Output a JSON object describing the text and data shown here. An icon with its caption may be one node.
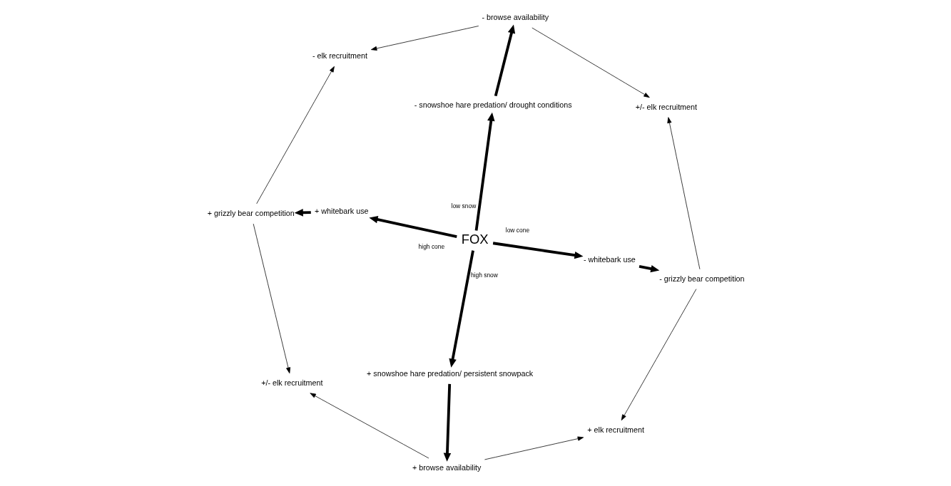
{
  "diagram": {
    "nodes": [
      {
        "text": [
          "+ grizzly bear competition"
        ]
      },
      {
        "text": [
          "- elk recruitment"
        ]
      },
      {
        "text": [
          "+/- elk recruitment"
        ]
      },
      {
        "text": [
          "+ whitebark use"
        ]
      },
      {
        "text": [
          "- browse availability"
        ]
      },
      {
        "text": [
          "- snowshoe hare predation/ drought conditions"
        ]
      },
      {
        "text": [
          "FOX"
        ]
      },
      {
        "text": [
          "+ snowshoe hare predation/ persistent snowpack"
        ]
      },
      {
        "text": [
          "+ browse availability"
        ]
      },
      {
        "text": [
          "- whitebark use"
        ]
      },
      {
        "text": [
          "+/- elk recruitment"
        ]
      },
      {
        "text": [
          "+ elk recruitment"
        ]
      },
      {
        "text": [
          "- grizzly bear competition"
        ]
      }
    ],
    "edges": [
      {
        "from": 6,
        "to": 3,
        "arrow": "to",
        "label": "high cone",
        "style": "thick"
      },
      {
        "from": 3,
        "to": 0,
        "arrow": "to",
        "style": "thick"
      },
      {
        "from": 6,
        "to": 5,
        "arrow": "to",
        "label": "low snow",
        "style": "thick"
      },
      {
        "from": 5,
        "to": 4,
        "arrow": "to",
        "style": "thick"
      },
      {
        "from": 6,
        "to": 7,
        "arrow": "to",
        "label": "high snow",
        "style": "thick"
      },
      {
        "from": 7,
        "to": 8,
        "arrow": "to",
        "style": "thick"
      },
      {
        "from": 6,
        "to": 9,
        "arrow": "to",
        "label": "low cone",
        "style": "thick"
      },
      {
        "from": 9,
        "to": 12,
        "arrow": "to",
        "style": "thick"
      },
      {
        "from": 0,
        "to": 1,
        "arrow": "to"
      },
      {
        "from": 0,
        "to": 2,
        "arrow": "to"
      },
      {
        "from": 4,
        "to": 1,
        "arrow": "to"
      },
      {
        "from": 4,
        "to": 10,
        "arrow": "to"
      },
      {
        "from": 8,
        "to": 2,
        "arrow": "to"
      },
      {
        "from": 8,
        "to": 11,
        "arrow": "to"
      },
      {
        "from": 12,
        "to": 10,
        "arrow": "to"
      },
      {
        "from": 12,
        "to": 11,
        "arrow": "to"
      }
    ]
  }
}
